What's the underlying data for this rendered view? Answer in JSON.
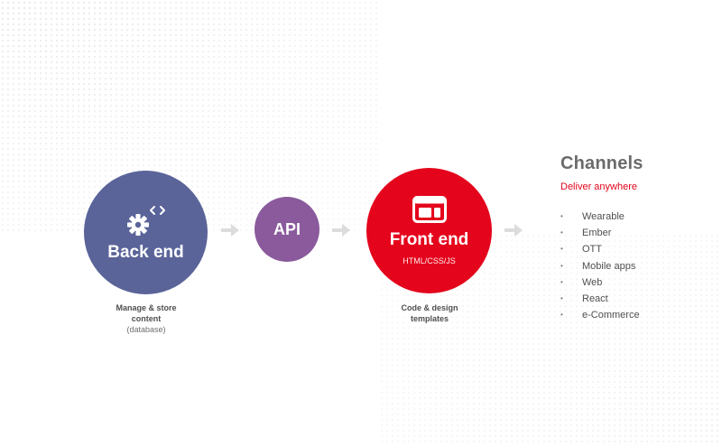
{
  "nodes": {
    "backend": {
      "title": "Back end",
      "caption_line1": "Manage & store",
      "caption_line2": "content",
      "caption_sub": "(database)"
    },
    "api": {
      "title": "API"
    },
    "frontend": {
      "title": "Front end",
      "subtitle": "HTML/CSS/JS",
      "caption_line1": "Code & design",
      "caption_line2": "templates"
    }
  },
  "channels": {
    "title": "Channels",
    "subtitle": "Deliver anywhere",
    "items": [
      "Wearable",
      "Ember",
      "OTT",
      "Mobile apps",
      "Web",
      "React",
      "e-Commerce"
    ]
  },
  "icons": {
    "backend": "gear-code-icon",
    "frontend": "browser-layout-icon",
    "arrow": "arrow-right-icon"
  },
  "colors": {
    "backend": "#5a6499",
    "api": "#8a5a9c",
    "frontend": "#e4051c",
    "accent": "#e4051c",
    "arrow": "#dcdcdc"
  }
}
